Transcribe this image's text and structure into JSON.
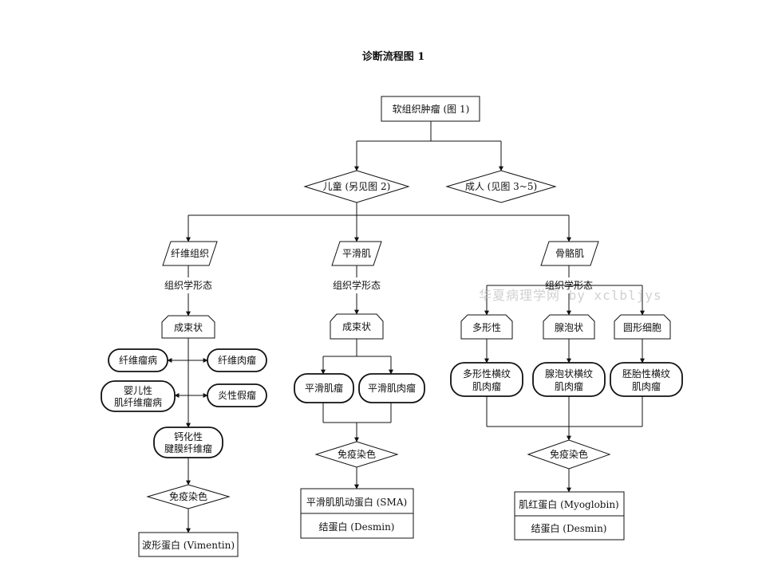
{
  "title": "诊断流程图 1",
  "watermark": "华夏病理学网 by xclbljys",
  "nodes": {
    "root": "软组织肿瘤 (图 1)",
    "child": "儿童 (另见图 2)",
    "adult": "成人 (见图 3~5)",
    "fibrous": "纤维组织",
    "smooth": "平滑肌",
    "skeletal": "骨骼肌",
    "histo_left": "组织学形态",
    "histo_mid": "组织学形态",
    "histo_right": "组织学形态",
    "fascicular_left": "成束状",
    "fascicular_mid": "成束状",
    "fibromatosis": "纤维瘤病",
    "fibrosarcoma": "纤维肉瘤",
    "infantile_line1": "婴儿性",
    "infantile_line2": "肌纤维瘤病",
    "inflammatory": "炎性假瘤",
    "calcifying_line1": "钙化性",
    "calcifying_line2": "腱膜纤维瘤",
    "leiomyoma": "平滑肌瘤",
    "leiomyosarcoma": "平滑肌肉瘤",
    "pleomorphic": "多形性",
    "alveolar": "腺泡状",
    "round_cell": "圆形细胞",
    "pleo_rms_line1": "多形性横纹",
    "pleo_rms_line2": "肌肉瘤",
    "alv_rms_line1": "腺泡状横纹",
    "alv_rms_line2": "肌肉瘤",
    "emb_rms_line1": "胚胎性横纹",
    "emb_rms_line2": "肌肉瘤",
    "ihc_left": "免疫染色",
    "ihc_mid": "免疫染色",
    "ihc_right": "免疫染色",
    "vimentin": "波形蛋白 (Vimentin)",
    "sma": "平滑肌肌动蛋白 (SMA)",
    "desmin_mid": "结蛋白 (Desmin)",
    "myoglobin": "肌红蛋白 (Myoglobin)",
    "desmin_right": "结蛋白 (Desmin)"
  }
}
